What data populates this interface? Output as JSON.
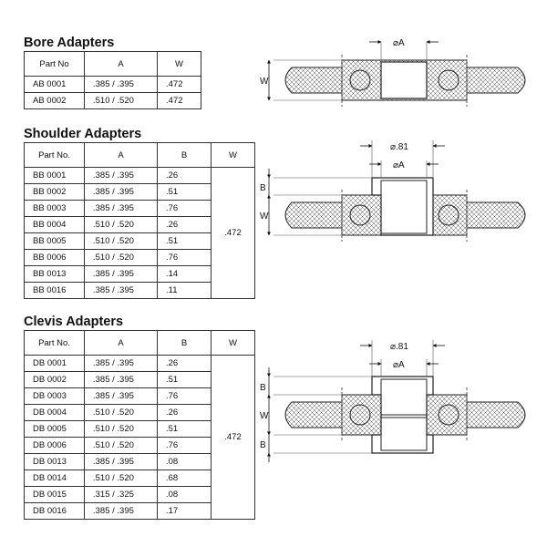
{
  "bore": {
    "title": "Bore Adapters",
    "headers": [
      "Part No",
      "A",
      "W"
    ],
    "rows": [
      [
        "AB 0001",
        ".385 / .395",
        ".472"
      ],
      [
        "AB 0002",
        ".510 / .520",
        ".472"
      ]
    ],
    "diagram": {
      "label_a": "A",
      "label_w": "W"
    }
  },
  "shoulder": {
    "title": "Shoulder Adapters",
    "headers": [
      "Part No.",
      "A",
      "B",
      "W"
    ],
    "rows": [
      [
        "BB 0001",
        ".385 / .395",
        ".26"
      ],
      [
        "BB 0002",
        ".385 / .395",
        ".51"
      ],
      [
        "BB 0003",
        ".385 / .395",
        ".76"
      ],
      [
        "BB 0004",
        ".510 / .520",
        ".26"
      ],
      [
        "BB 0005",
        ".510 / .520",
        ".51"
      ],
      [
        "BB 0006",
        ".510 / .520",
        ".76"
      ],
      [
        "BB 0013",
        ".385 / .395",
        ".14"
      ],
      [
        "BB 0016",
        ".385 / .395",
        ".11"
      ]
    ],
    "w_value": ".472",
    "diagram": {
      "label_dia": ".81",
      "label_a": "A",
      "label_b": "B",
      "label_w": "W"
    }
  },
  "clevis": {
    "title": "Clevis Adapters",
    "headers": [
      "Part No.",
      "A",
      "B",
      "W"
    ],
    "rows": [
      [
        "DB 0001",
        ".385 / .395",
        ".26"
      ],
      [
        "DB 0002",
        ".385 / .395",
        ".51"
      ],
      [
        "DB 0003",
        ".385 / .395",
        ".76"
      ],
      [
        "DB 0004",
        ".510 / .520",
        ".26"
      ],
      [
        "DB 0005",
        ".510 / .520",
        ".51"
      ],
      [
        "DB 0006",
        ".510 / .520",
        ".76"
      ],
      [
        "DB 0013",
        ".385 / .395",
        ".08"
      ],
      [
        "DB 0014",
        ".510 / .520",
        ".68"
      ],
      [
        "DB 0015",
        ".315 / .325",
        ".08"
      ],
      [
        "DB 0016",
        ".385 / .395",
        ".17"
      ]
    ],
    "w_value": ".472",
    "diagram": {
      "label_dia": ".81",
      "label_a": "A",
      "label_b1": "B",
      "label_w": "W",
      "label_b2": "B"
    }
  },
  "symbols": {
    "diameter": "⌀"
  }
}
